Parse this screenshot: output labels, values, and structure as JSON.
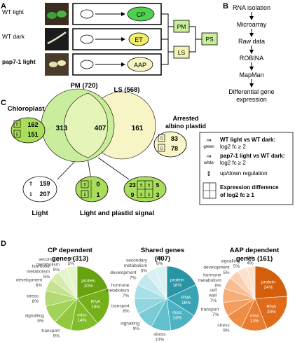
{
  "panelA": {
    "letter": "A",
    "rows": [
      {
        "label": "WT light",
        "target": "CP",
        "fill": "#4fd14f"
      },
      {
        "label": "WT dark",
        "target": "ET",
        "fill": "#f2ee6a"
      },
      {
        "label": "pap7-1 light",
        "target": "AAP",
        "fill": "#f7f4c4"
      }
    ],
    "pm": "PM",
    "ls": "LS",
    "ps": "PS"
  },
  "panelB": {
    "letter": "B",
    "steps": [
      "RNA isolation",
      "Microarray",
      "Raw data",
      "ROBINA",
      "MapMan",
      "Differential gene",
      "expression"
    ]
  },
  "panelC": {
    "letter": "C",
    "pm_label": "PM (720)",
    "ls_label": "LS (568)",
    "pm_only": "313",
    "both": "407",
    "ls_only": "161",
    "chloroplast": {
      "title": "Chloroplast",
      "up": "162",
      "down": "151"
    },
    "albino": {
      "title1": "Arrested",
      "title2": "albino plastid",
      "up": "83",
      "down": "78"
    },
    "light": {
      "title": "Light",
      "up": "159",
      "down": "207"
    },
    "lps": {
      "up": "0",
      "down": "1"
    },
    "lps2": {
      "a": "23",
      "b": "5",
      "c": "9",
      "d": "3"
    },
    "lps_title": "Light and plastid signal",
    "legend": [
      {
        "line1": "WT light vs WT dark:",
        "line2": "log2 fc ≥ 2"
      },
      {
        "line1": "pap7-1 light vs WT dark:",
        "line2": "log2 fc ≥ 2"
      },
      {
        "line1": "up/down regulation",
        "line2": ""
      },
      {
        "line1": "Expression difference",
        "line2": "of log2 fc ≥ 1"
      }
    ],
    "legend_green": "green",
    "legend_white": "white"
  },
  "panelD": {
    "letter": "D",
    "pies": [
      {
        "title1": "CP dependent",
        "title2": "genes (313)",
        "colors": [
          "#67a30f",
          "#73b019",
          "#80bd2a",
          "#91c83f",
          "#a2d25a",
          "#b3da72",
          "#c4e38e",
          "#d6ecac",
          "#e6f4c9"
        ],
        "slices": [
          {
            "name": "protein",
            "value": 20
          },
          {
            "name": "RNA",
            "value": 19
          },
          {
            "name": "misc",
            "value": 14
          },
          {
            "name": "transport",
            "value": 9
          },
          {
            "name": "signalling",
            "value": 9
          },
          {
            "name": "stress",
            "value": 8
          },
          {
            "name": "development",
            "value": 6
          },
          {
            "name": "hormone metabolism",
            "value": 5
          },
          {
            "name": "secondary metabolism",
            "value": 5
          },
          {
            "name": "cell",
            "value": 5
          }
        ]
      },
      {
        "title1": "Shared genes",
        "title2": "(407)",
        "colors": [
          "#2a93a4",
          "#3aa4b5",
          "#4db3c2",
          "#62c0cd",
          "#79cbd6",
          "#91d5de",
          "#a9dfe6",
          "#c1e8ed",
          "#d9f1f4"
        ],
        "slices": [
          {
            "name": "protein",
            "value": 18
          },
          {
            "name": "RNA",
            "value": 16
          },
          {
            "name": "misc",
            "value": 14
          },
          {
            "name": "stress",
            "value": 10
          },
          {
            "name": "signalling",
            "value": 9
          },
          {
            "name": "transport",
            "value": 8
          },
          {
            "name": "hormone metabolism",
            "value": 7
          },
          {
            "name": "development",
            "value": 7
          },
          {
            "name": "secondary metabolism",
            "value": 5
          },
          {
            "name": "PS",
            "value": 6
          }
        ]
      },
      {
        "title1": "AAP dependent",
        "title2": "genes (161)",
        "colors": [
          "#d35e0c",
          "#e06c1b",
          "#e97c2e",
          "#ef8d45",
          "#f39e5e",
          "#f6ae78",
          "#f8be93",
          "#fad0b0",
          "#fce2cd"
        ],
        "slices": [
          {
            "name": "protein",
            "value": 24
          },
          {
            "name": "RNA",
            "value": 20
          },
          {
            "name": "misc",
            "value": 13
          },
          {
            "name": "stress",
            "value": 9
          },
          {
            "name": "transport",
            "value": 7
          },
          {
            "name": "cell wall",
            "value": 7
          },
          {
            "name": "hormone metabolism",
            "value": 6
          },
          {
            "name": "development",
            "value": 5
          },
          {
            "name": "signalling",
            "value": 5
          },
          {
            "name": "PS",
            "value": 4
          }
        ]
      }
    ]
  }
}
